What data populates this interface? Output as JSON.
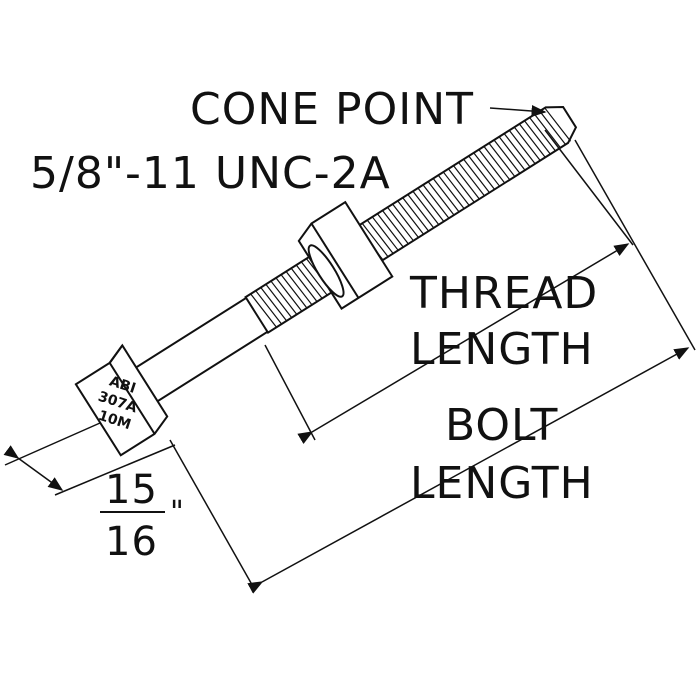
{
  "labels": {
    "cone_point": "CONE POINT",
    "thread_spec": "5/8\"-11 UNC-2A",
    "thread_length_1": "THREAD",
    "thread_length_2": "LENGTH",
    "bolt_length_1": "BOLT",
    "bolt_length_2": "LENGTH",
    "head_width_num": "15",
    "head_width_den": "16",
    "head_width_unit": "\""
  },
  "head_marking": [
    "ABI",
    "307A",
    "10M"
  ]
}
